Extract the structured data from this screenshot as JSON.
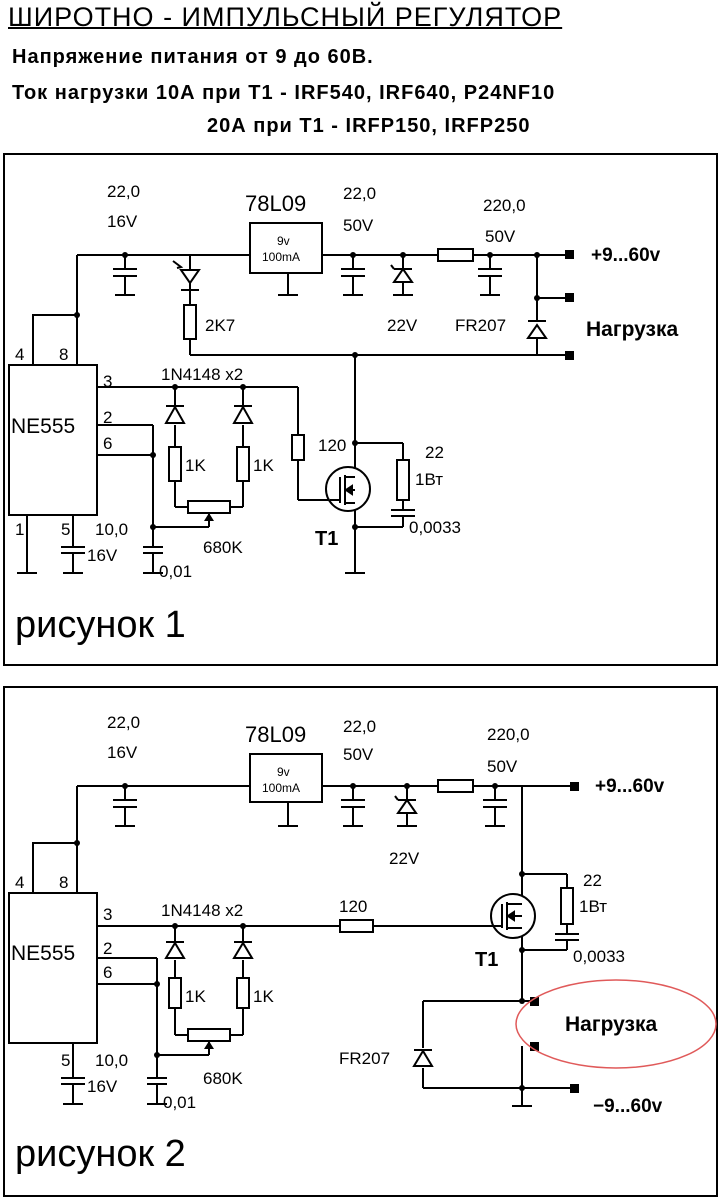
{
  "header": {
    "title": "ШИРОТНО - ИМПУЛЬСНЫЙ РЕГУЛЯТОР",
    "line1": "Напряжение питания от 9 до 60В.",
    "line2": "Ток нагрузки 10А при Т1 - IRF540, IRF640, P24NF10",
    "line3": "20А при Т1 - IRFP150,  IRFP250"
  },
  "fig1": {
    "caption": "рисунок 1",
    "c_in_val": "22,0",
    "c_in_volt": "16V",
    "reg_name": "78L09",
    "reg_v": "9v",
    "reg_i": "100mA",
    "c_out_val": "22,0",
    "c_out_volt": "50V",
    "zener": "22V",
    "c_big_val": "220,0",
    "c_big_volt": "50V",
    "supply": "+9...60v",
    "res_2k7": "2K7",
    "diode_fr": "FR207",
    "load": "Нагрузка",
    "pin4": "4",
    "pin8": "8",
    "pin3": "3",
    "pin2": "2",
    "pin6": "6",
    "pin1": "1",
    "pin5": "5",
    "chip": "NE555",
    "diodes": "1N4148 x2",
    "r120": "120",
    "r1k_a": "1K",
    "r1k_b": "1K",
    "snub_r": "22",
    "snub_p": "1Вт",
    "snub_c": "0,0033",
    "pot": "680K",
    "transistor": "T1",
    "c10": "10,0",
    "c10_volt": "16V",
    "c001": "0,01"
  },
  "fig2": {
    "caption": "рисунок 2",
    "c_in_val": "22,0",
    "c_in_volt": "16V",
    "reg_name": "78L09",
    "reg_v": "9v",
    "reg_i": "100mA",
    "c_out_val": "22,0",
    "c_out_volt": "50V",
    "zener": "22V",
    "c_big_val": "220,0",
    "c_big_volt": "50V",
    "supply": "+9...60v",
    "supply_neg": "−9...60v",
    "pin4": "4",
    "pin8": "8",
    "pin3": "3",
    "pin2": "2",
    "pin6": "6",
    "pin5": "5",
    "chip": "NE555",
    "diodes": "1N4148 x2",
    "r120": "120",
    "r1k_a": "1K",
    "r1k_b": "1K",
    "snub_r": "22",
    "snub_p": "1Вт",
    "snub_c": "0,0033",
    "pot": "680K",
    "transistor": "T1",
    "diode_fr": "FR207",
    "load": "Нагрузка",
    "c10": "10,0",
    "c10_volt": "16V",
    "c001": "0,01"
  },
  "colors": {
    "ink": "#000000",
    "highlight": "#e05a5a"
  }
}
